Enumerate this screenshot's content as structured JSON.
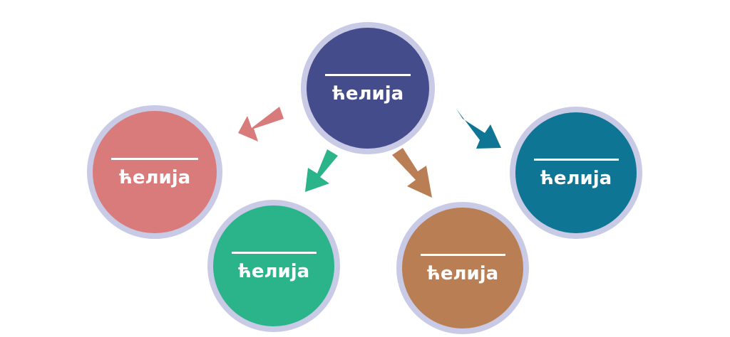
{
  "diagram": {
    "cells": [
      {
        "id": "center",
        "label": "ћелија",
        "color": "#454c8c"
      },
      {
        "id": "left",
        "label": "ћелија",
        "color": "#d97b7b"
      },
      {
        "id": "green",
        "label": "ћелија",
        "color": "#2bb48a"
      },
      {
        "id": "brown",
        "label": "ћелија",
        "color": "#b97e53"
      },
      {
        "id": "right",
        "label": "ћелија",
        "color": "#0e7594"
      }
    ],
    "ring_color": "#c9cae6",
    "arrows": [
      {
        "from": "center",
        "to": "left",
        "color": "#d97b7b"
      },
      {
        "from": "center",
        "to": "green",
        "color": "#2bb48a"
      },
      {
        "from": "center",
        "to": "brown",
        "color": "#b97e53"
      },
      {
        "from": "center",
        "to": "right",
        "color": "#0e7594"
      }
    ]
  }
}
